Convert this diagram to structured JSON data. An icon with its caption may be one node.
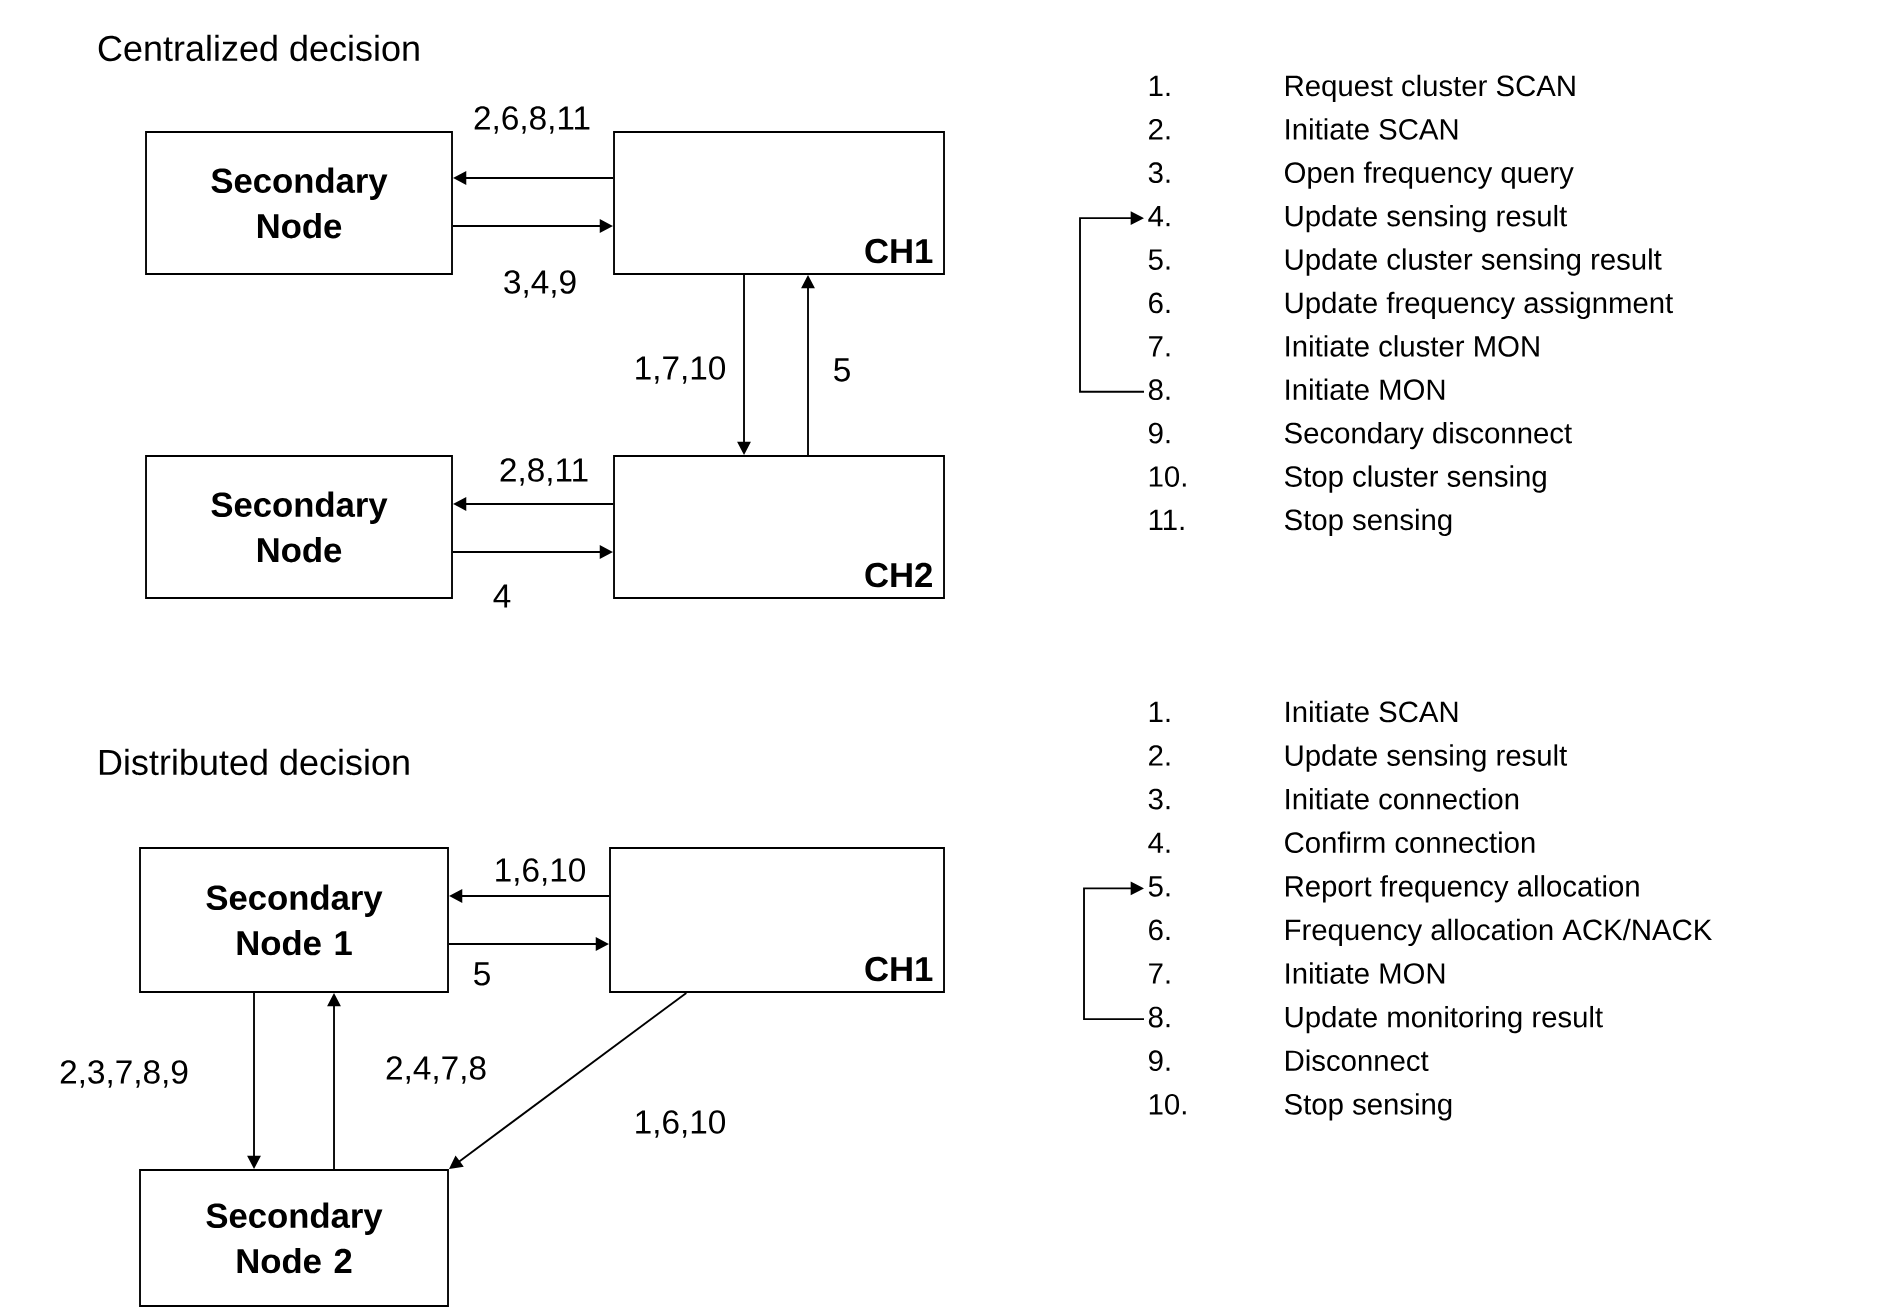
{
  "diagram": {
    "nodes": [
      {
        "text": [
          "Secondary Node"
        ]
      },
      {
        "text": [
          "CH1"
        ]
      },
      {
        "text": [
          "Secondary Node"
        ]
      },
      {
        "text": [
          "CH2"
        ]
      },
      {
        "text": [
          "Secondary Node 1"
        ]
      },
      {
        "text": [
          "CH1"
        ]
      },
      {
        "text": [
          "Secondary Node 2"
        ]
      },
      {
        "text": [
          "1.",
          "Request cluster SCAN"
        ]
      },
      {
        "text": [
          "2.",
          "Initiate SCAN"
        ]
      },
      {
        "text": [
          "3.",
          "Open frequency query"
        ]
      },
      {
        "text": [
          "4.",
          "Update sensing result"
        ]
      },
      {
        "text": [
          "5.",
          "Update cluster sensing result"
        ]
      },
      {
        "text": [
          "6.",
          "Update frequency assignment"
        ]
      },
      {
        "text": [
          "7.",
          "Initiate cluster MON"
        ]
      },
      {
        "text": [
          "8.",
          "Initiate MON"
        ]
      },
      {
        "text": [
          "9.",
          "Secondary disconnect"
        ]
      },
      {
        "text": [
          "10.",
          "Stop cluster sensing"
        ]
      },
      {
        "text": [
          "11.",
          "Stop sensing"
        ]
      },
      {
        "text": [
          "1.",
          "Initiate SCAN"
        ]
      },
      {
        "text": [
          "2.",
          "Update sensing result"
        ]
      },
      {
        "text": [
          "3.",
          "Initiate connection"
        ]
      },
      {
        "text": [
          "4.",
          "Confirm connection"
        ]
      },
      {
        "text": [
          "5.",
          "Report frequency allocation"
        ]
      },
      {
        "text": [
          "6.",
          "Frequency allocation ACK/NACK"
        ]
      },
      {
        "text": [
          "7.",
          "Initiate MON"
        ]
      },
      {
        "text": [
          "8.",
          "Update monitoring result"
        ]
      },
      {
        "text": [
          "9.",
          "Disconnect"
        ]
      },
      {
        "text": [
          "10.",
          "Stop sensing"
        ]
      }
    ],
    "edges": [
      {
        "from": 1,
        "to": 0,
        "arrow": "to",
        "label": "2,6,8,11"
      },
      {
        "from": 0,
        "to": 1,
        "arrow": "to",
        "label": "3,4,9"
      },
      {
        "from": 1,
        "to": 3,
        "arrow": "to",
        "label": "1,7,10"
      },
      {
        "from": 3,
        "to": 1,
        "arrow": "to",
        "label": "5"
      },
      {
        "from": 3,
        "to": 2,
        "arrow": "to",
        "label": "2,8,11"
      },
      {
        "from": 2,
        "to": 3,
        "arrow": "to",
        "label": "4"
      },
      {
        "from": 14,
        "to": 10,
        "arrow": "to"
      },
      {
        "from": 5,
        "to": 4,
        "arrow": "to",
        "label": "1,6,10"
      },
      {
        "from": 4,
        "to": 5,
        "arrow": "to",
        "label": "5"
      },
      {
        "from": 4,
        "to": 6,
        "arrow": "to",
        "label": "2,3,7,8,9"
      },
      {
        "from": 6,
        "to": 4,
        "arrow": "to",
        "label": "2,4,7,8"
      },
      {
        "from": 5,
        "to": 6,
        "arrow": "to",
        "label": "1,6,10"
      },
      {
        "from": 25,
        "to": 22,
        "arrow": "to"
      }
    ],
    "labels": [
      "Centralized decision",
      "Distributed decision"
    ]
  }
}
